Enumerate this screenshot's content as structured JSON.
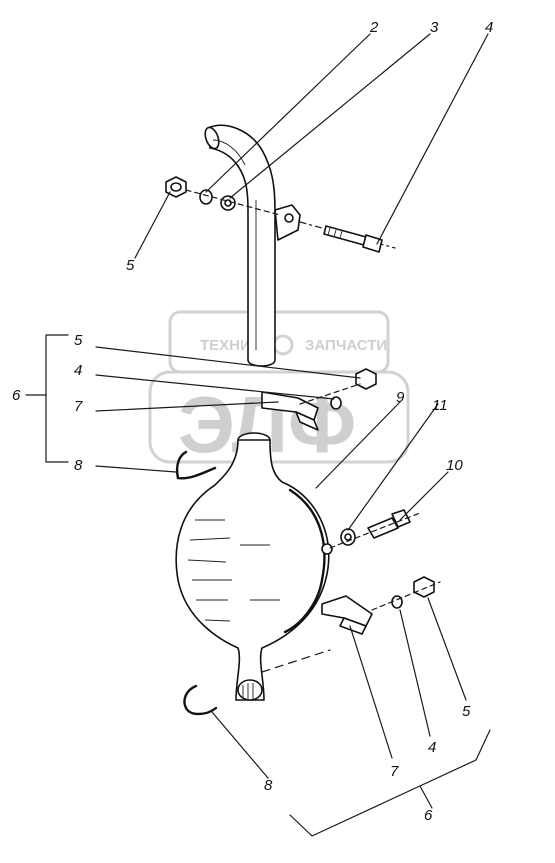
{
  "watermark": {
    "text_top_left": "ТЕХНИКА",
    "text_top_right": "ЗАПЧАСТИ",
    "logo_letters": "ЭЛФ",
    "icon": "gear-wheat-icon"
  },
  "callouts": [
    {
      "id": "c2-top",
      "label": "2"
    },
    {
      "id": "c3-top",
      "label": "3"
    },
    {
      "id": "c4-top",
      "label": "4"
    },
    {
      "id": "c5-top",
      "label": "5"
    },
    {
      "id": "c5-mid",
      "label": "5"
    },
    {
      "id": "c4-mid",
      "label": "4"
    },
    {
      "id": "c7-mid",
      "label": "7"
    },
    {
      "id": "c8-mid",
      "label": "8"
    },
    {
      "id": "c6-left",
      "label": "6"
    },
    {
      "id": "c9",
      "label": "9"
    },
    {
      "id": "c11",
      "label": "11"
    },
    {
      "id": "c10",
      "label": "10"
    },
    {
      "id": "c8-bot",
      "label": "8"
    },
    {
      "id": "c7-bot",
      "label": "7"
    },
    {
      "id": "c4-bot",
      "label": "4"
    },
    {
      "id": "c5-bot",
      "label": "5"
    },
    {
      "id": "c6-bot",
      "label": "6"
    }
  ]
}
